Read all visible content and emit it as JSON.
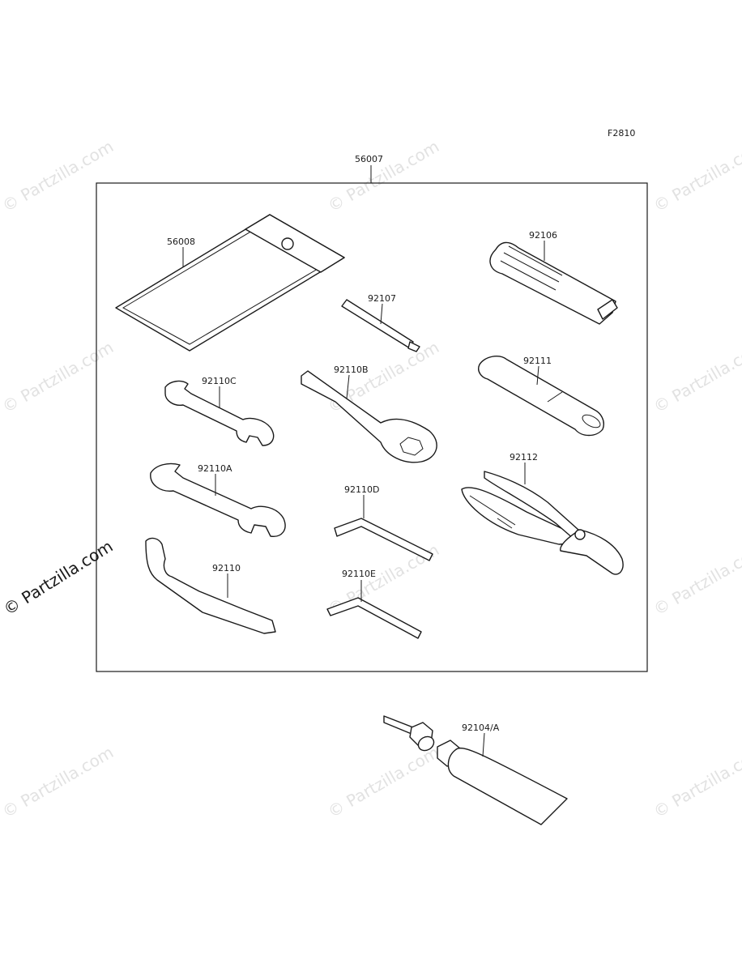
{
  "figure_code": "F2810",
  "watermark": "© Partzilla.com",
  "parts": {
    "kit": "56007",
    "pouch": "56008",
    "handle": "92106",
    "screwdriver": "92107",
    "ring_wrench": "92110B",
    "extension": "92111",
    "wrench_small": "92110C",
    "wrench_large": "92110A",
    "hex_key_d": "92110D",
    "pliers": "92112",
    "hook_wrench": "92110",
    "hex_key_e": "92110E",
    "grease": "92104/A"
  }
}
